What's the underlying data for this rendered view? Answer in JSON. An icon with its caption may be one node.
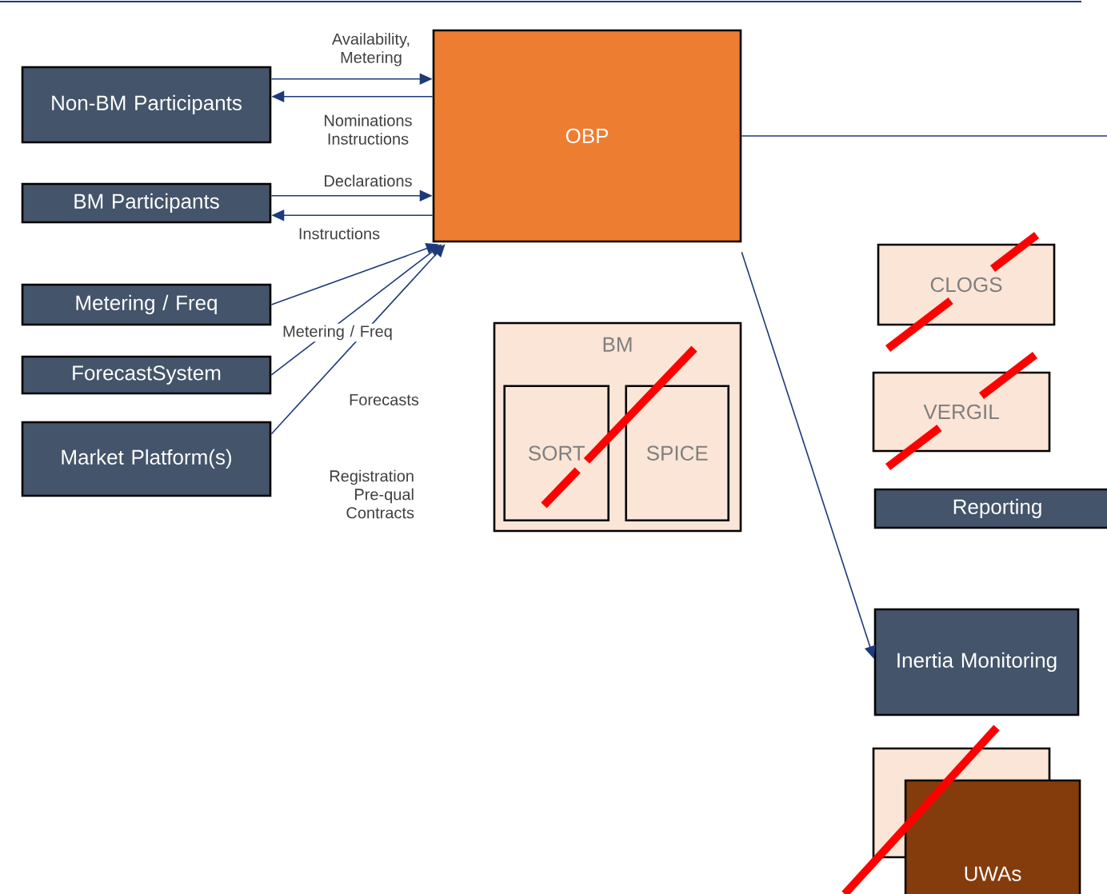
{
  "diagram": {
    "nodes": [
      {
        "text": [
          "Non-BM Participants"
        ]
      },
      {
        "text": [
          "OBP"
        ]
      },
      {
        "text": [
          "BM Participants"
        ]
      },
      {
        "text": [
          "Metering / Freq"
        ]
      },
      {
        "text": [
          "ForecastSystem"
        ]
      },
      {
        "text": [
          "Market Platform(s)"
        ]
      },
      {
        "text": [
          "CLOGS"
        ]
      },
      {
        "text": [
          "BM"
        ]
      },
      {
        "text": [
          "SORT"
        ],
        "in": 7
      },
      {
        "text": [
          "SPICE"
        ],
        "in": 7
      },
      {
        "text": [
          "VERGIL"
        ]
      },
      {
        "text": [
          "Reporting"
        ]
      },
      {
        "text": [
          "Inertia Monitoring"
        ]
      },
      {
        "text": [],
        "shape": "box"
      },
      {
        "text": [
          "UWAs"
        ]
      }
    ],
    "edges": [
      {
        "from": 0,
        "to": 1,
        "arrow": "to",
        "label": "Availability, Metering"
      },
      {
        "from": 1,
        "to": 0,
        "arrow": "to",
        "label": "Nominations Instructions"
      },
      {
        "from": 2,
        "to": 1,
        "arrow": "to",
        "label": "Declarations"
      },
      {
        "from": 1,
        "to": 2,
        "arrow": "to",
        "label": "Instructions"
      },
      {
        "from": 3,
        "to": 1,
        "arrow": "to",
        "label": "Metering / Freq"
      },
      {
        "from": 4,
        "to": 1,
        "arrow": "to",
        "label": "Forecasts"
      },
      {
        "from": 5,
        "to": 1,
        "arrow": "to",
        "label": "Registration Pre-qual Contracts"
      },
      {
        "from": 1,
        "to": 12,
        "arrow": "to"
      },
      {
        "from": 1,
        "to": null,
        "arrow": "none"
      }
    ]
  }
}
